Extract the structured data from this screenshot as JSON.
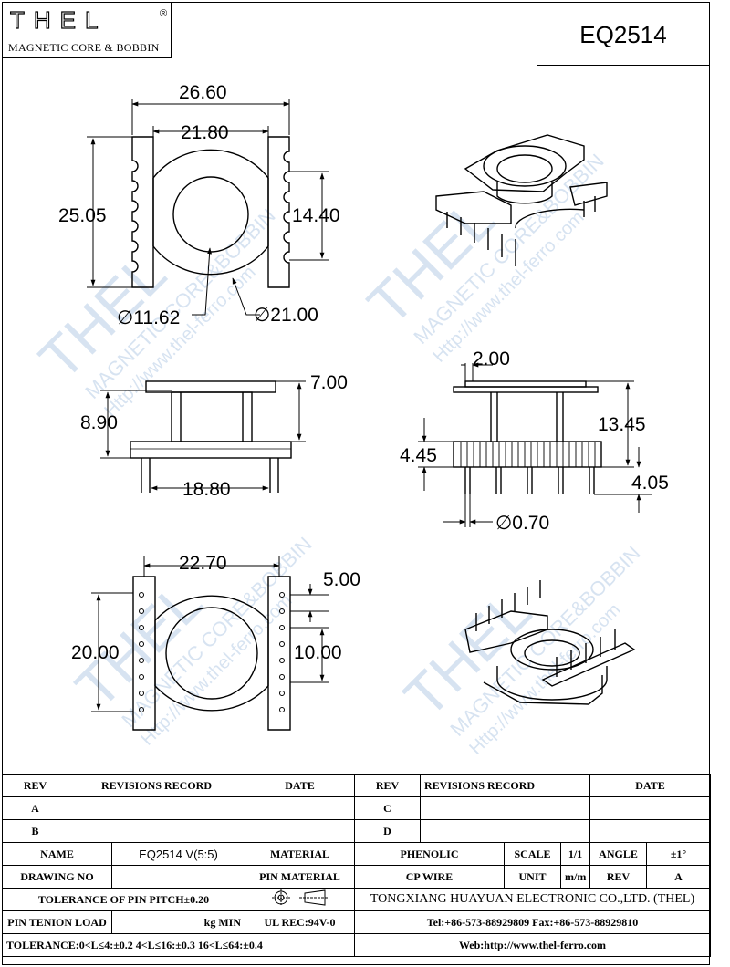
{
  "header": {
    "logo": "THEL",
    "logo_mark": "®",
    "logo_subtitle": "MAGNETIC CORE & BOBBIN",
    "part_number": "EQ2514"
  },
  "watermark": {
    "brand": "THEL",
    "tagline": "MAGNETIC CORE&BOBBIN",
    "url": "Http://www.thel-ferro.com",
    "mark": "®"
  },
  "dimensions": {
    "top_overall_width": "26.60",
    "top_inner_width": "21.80",
    "top_height": "25.05",
    "top_slot_span": "14.40",
    "top_bore_dia": "∅11.62",
    "top_flange_dia": "∅21.00",
    "front_height": "8.90",
    "front_top_thk": "7.00",
    "front_pin_span": "18.80",
    "side_tab": "2.00",
    "side_total": "13.45",
    "side_base": "4.45",
    "side_pin_len": "4.05",
    "side_pin_dia": "∅0.70",
    "bottom_width": "22.70",
    "bottom_height": "20.00",
    "bottom_pitch": "5.00",
    "bottom_span": "10.00"
  },
  "titleblock": {
    "rev_label": "REV",
    "revisions_label": "REVISIONS RECORD",
    "date_label": "DATE",
    "rev_a": "A",
    "rev_b": "B",
    "rev_c": "C",
    "rev_d": "D",
    "name_label": "NAME",
    "name_value": "EQ2514 V(5:5)",
    "material_label": "MATERIAL",
    "material_value": "PHENOLIC",
    "scale_label": "SCALE",
    "scale_value": "1/1",
    "angle_label": "ANGLE",
    "angle_value": "±1°",
    "drawing_no_label": "DRAWING NO",
    "pin_material_label": "PIN MATERIAL",
    "pin_material_value": "CP WIRE",
    "unit_label": "UNIT",
    "unit_value": "m/m",
    "rev_label2": "REV",
    "rev_value": "A",
    "tolerance_pitch": "TOLERANCE OF PIN PITCH±0.20",
    "company": "TONGXIANG HUAYUAN ELECTRONIC CO.,LTD.  (THEL)",
    "pin_tension_label": "PIN TENION LOAD",
    "pin_tension_unit": "kg MIN",
    "ul_rec": "UL REC:94V-0",
    "tel_fax": "Tel:+86-573-88929809 Fax:+86-573-88929810",
    "tolerance_length": "TOLERANCE:0<L≤4:±0.2  4<L≤16:±0.3  16<L≤64:±0.4",
    "web": "Web:http://www.thel-ferro.com"
  }
}
